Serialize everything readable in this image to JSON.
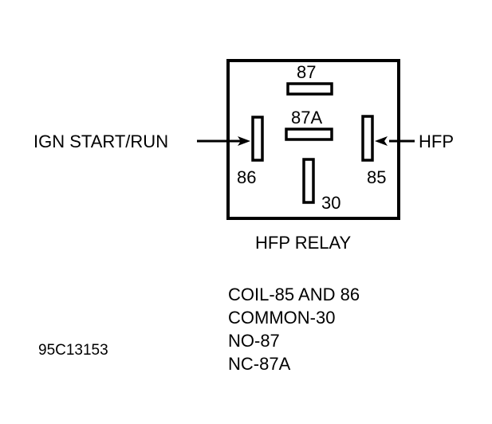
{
  "diagram": {
    "title": "HFP RELAY",
    "pins": {
      "p87": "87",
      "p87a": "87A",
      "p86": "86",
      "p85": "85",
      "p30": "30"
    },
    "inputs": {
      "left": "IGN START/RUN",
      "right": "HFP"
    },
    "legend": [
      "COIL-85 AND 86",
      "COMMON-30",
      "NO-87",
      "NC-87A"
    ],
    "figure_id": "95C13153"
  }
}
